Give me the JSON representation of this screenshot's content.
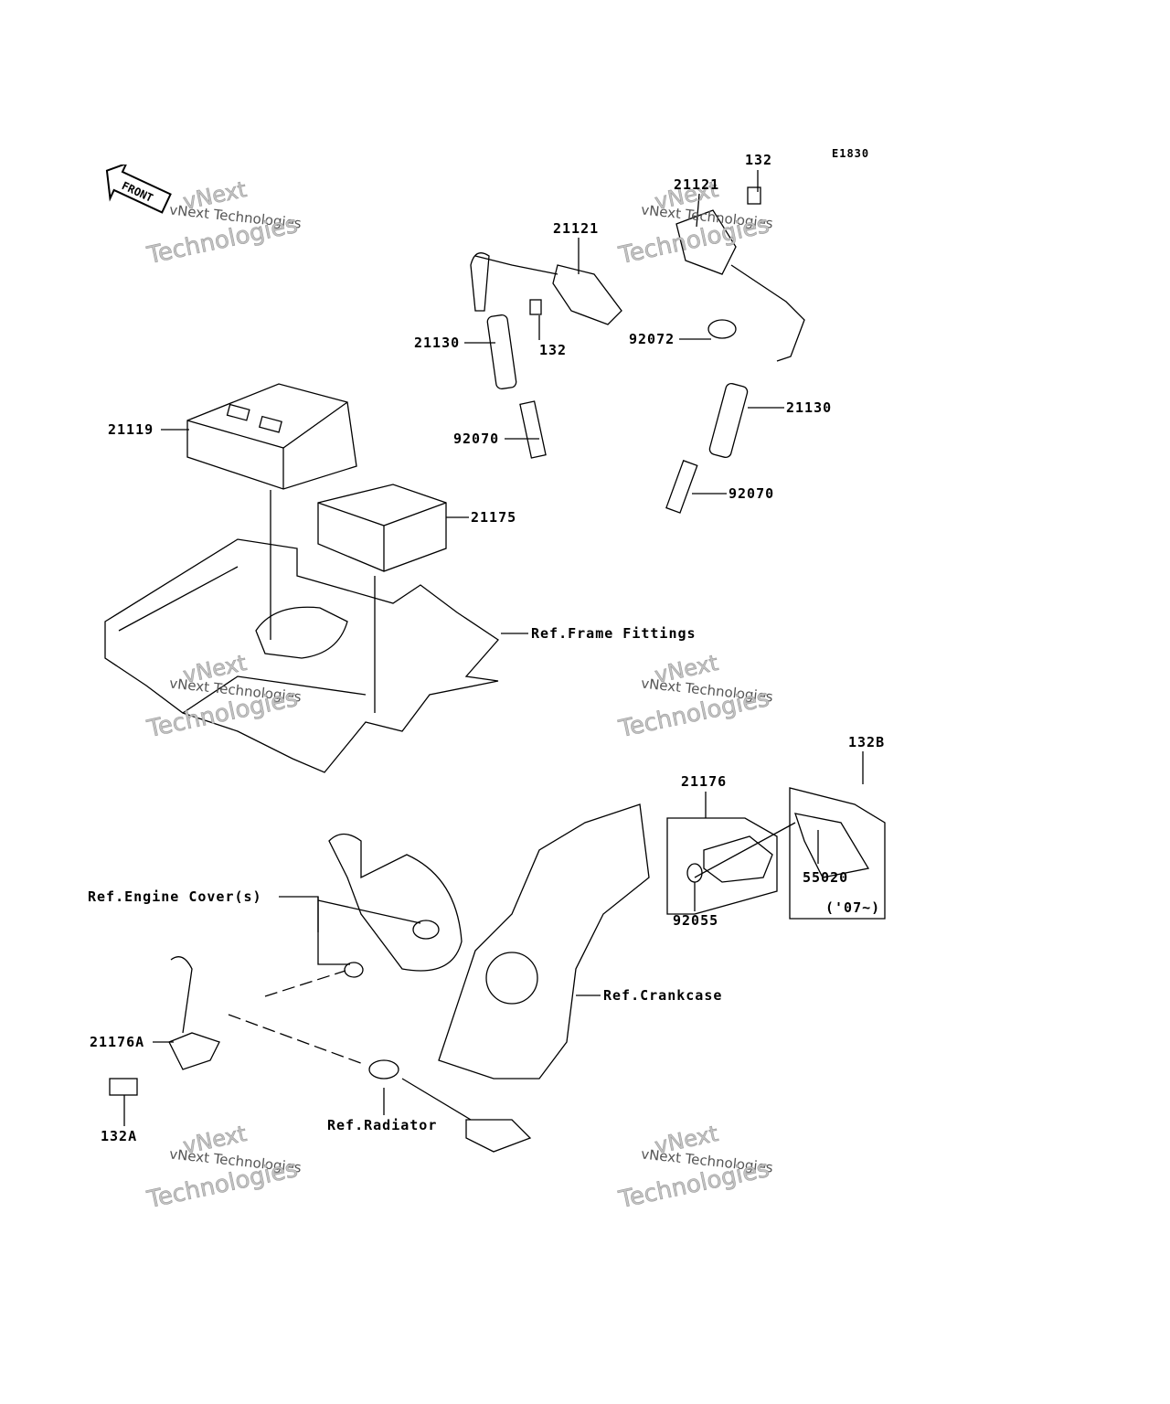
{
  "diagram_code": "E1830",
  "front_label": "FRONT",
  "watermark": {
    "top": "vNext",
    "middle": "vNext Technologies",
    "bottom": "Technologies"
  },
  "labels": {
    "bolt_132_right": "132",
    "coil_21121_right": "21121",
    "coil_21121_left": "21121",
    "cap_21130_left": "21130",
    "bolt_132_left": "132",
    "clamp_92072": "92072",
    "cap_21130_right": "21130",
    "ecu_21119": "21119",
    "plug_92070_left": "92070",
    "plug_92070_right": "92070",
    "unit_21175": "21175",
    "ref_frame": "Ref.Frame Fittings",
    "bolt_132B": "132B",
    "sensor_21176": "21176",
    "bracket_55020": "55020",
    "year_note": "('07~)",
    "ref_engine_cover": "Ref.Engine Cover(s)",
    "oring_92055": "92055",
    "ref_crankcase": "Ref.Crankcase",
    "sensor_21176A": "21176A",
    "bolt_132A": "132A",
    "ref_radiator": "Ref.Radiator"
  }
}
